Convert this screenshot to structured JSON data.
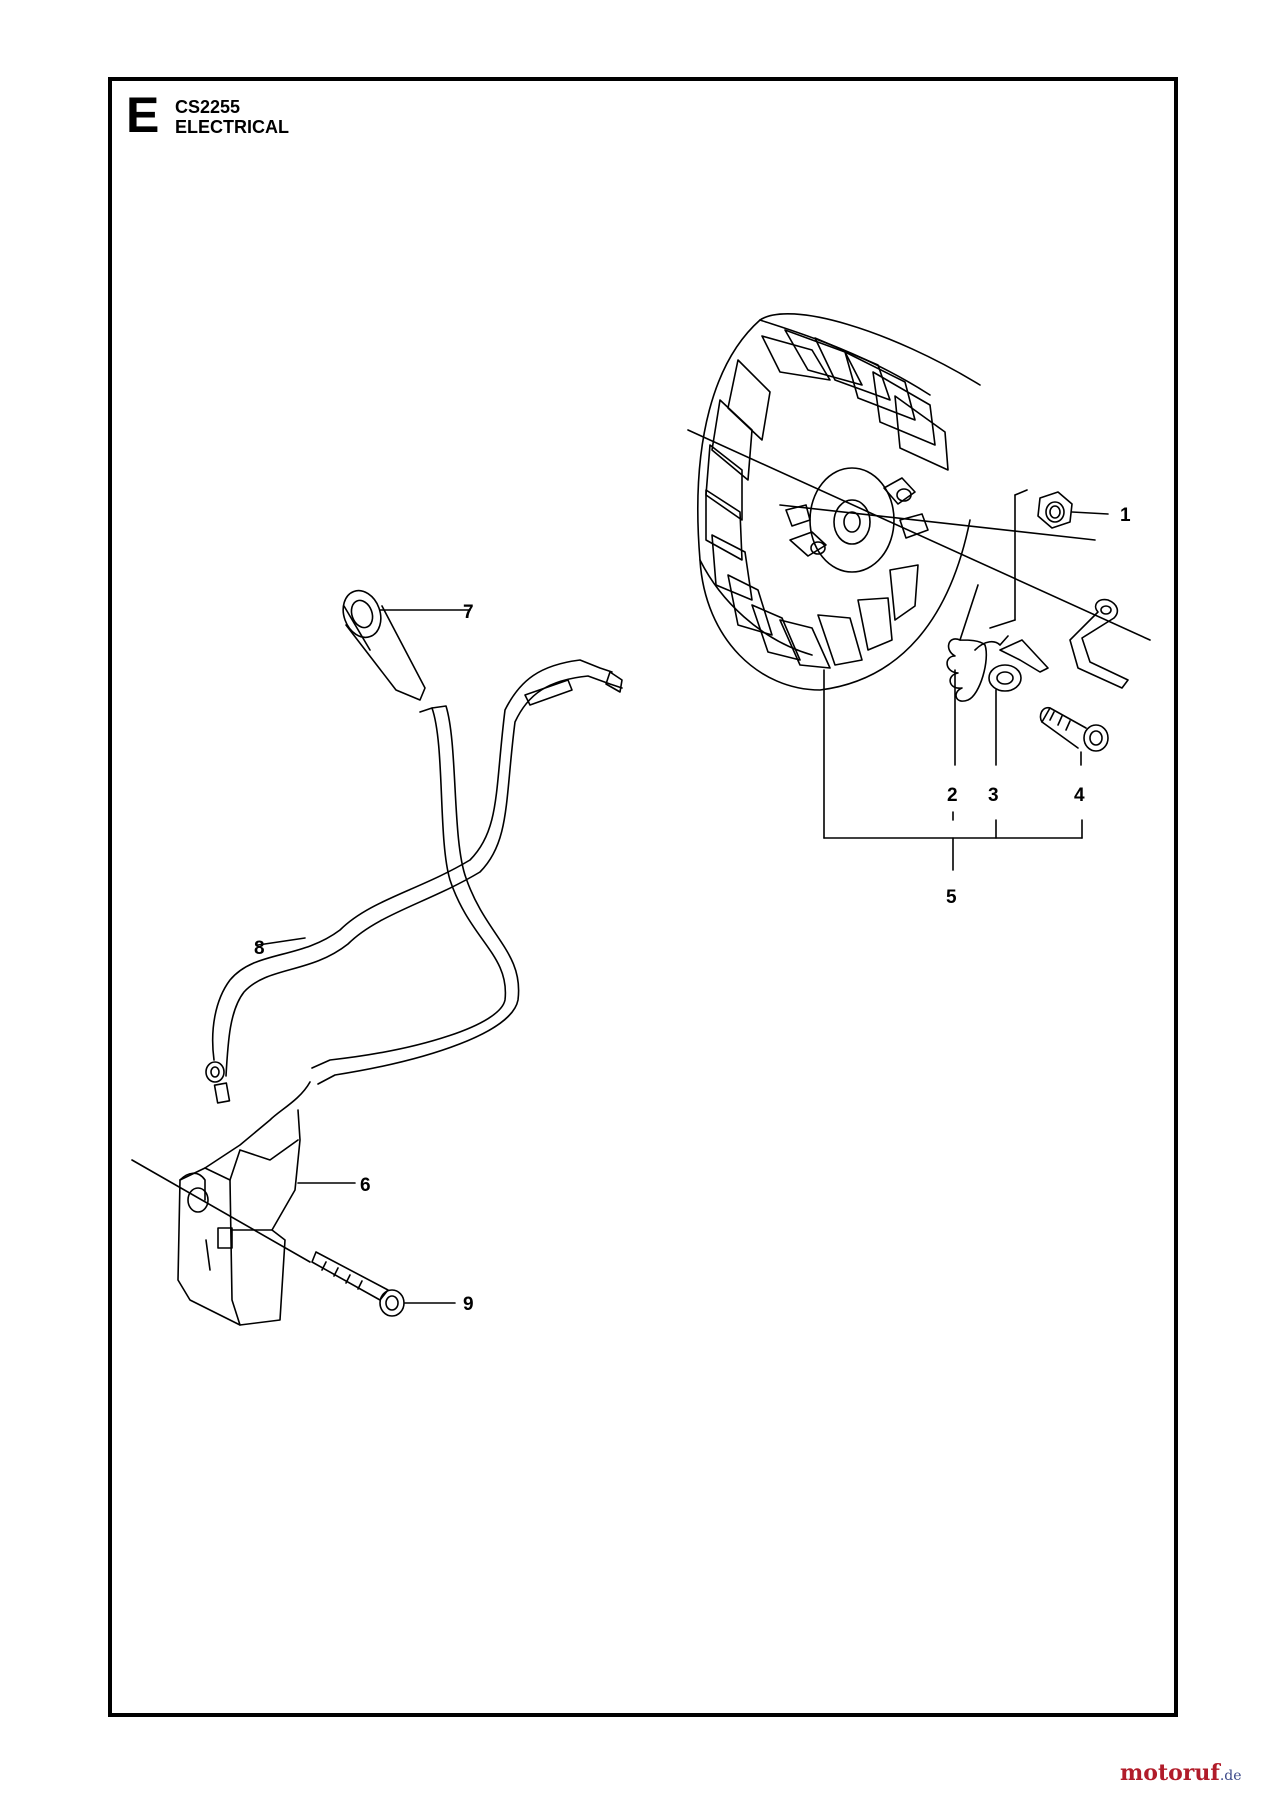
{
  "header": {
    "section_letter": "E",
    "model": "CS2255",
    "title": "ELECTRICAL"
  },
  "callouts": [
    {
      "number": "1",
      "part": "flywheel-nut"
    },
    {
      "number": "2",
      "part": "pawl-spring"
    },
    {
      "number": "3",
      "part": "washer"
    },
    {
      "number": "4",
      "part": "pawl-screw"
    },
    {
      "number": "5",
      "part": "pawl-kit"
    },
    {
      "number": "6",
      "part": "ignition-module"
    },
    {
      "number": "7",
      "part": "spark-plug-cap"
    },
    {
      "number": "8",
      "part": "short-circuit-cable"
    },
    {
      "number": "9",
      "part": "module-screw"
    }
  ],
  "watermark": {
    "main": "motoruf",
    "suffix": ".de"
  },
  "colors": {
    "line": "#000000",
    "logo_main": "#b11c2a",
    "logo_suffix": "#3d4a8a"
  }
}
